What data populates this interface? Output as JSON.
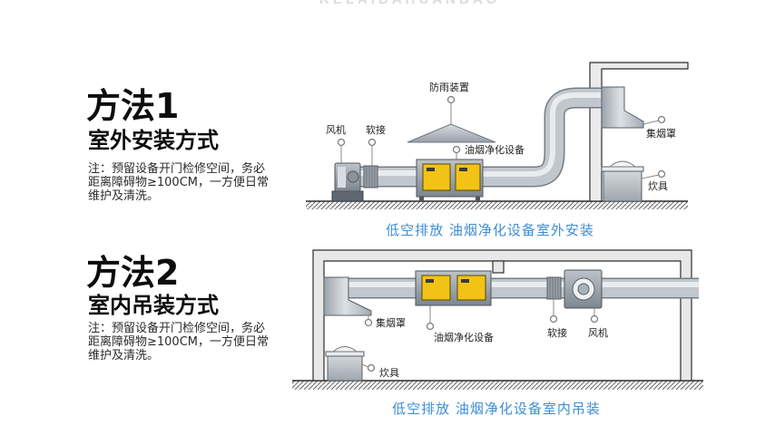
{
  "watermark": "KELAIDAHUANBAO",
  "colors": {
    "caption_blue": "#3d8ed6",
    "panel_yellow": "#f2c316"
  },
  "method1": {
    "title": "方法1",
    "subtitle": "室外安装方式",
    "note": [
      "注：预留设备开门检修空间，务必",
      "距离障碍物≥100CM，一方便日常",
      "维护及清洗。"
    ],
    "labels": {
      "rain_cover": "防雨装置",
      "fan": "风机",
      "soft_joint": "软接",
      "purifier": "油烟净化设备",
      "hood": "集烟罩",
      "stove": "炊具"
    },
    "caption": "低空排放 油烟净化设备室外安装"
  },
  "method2": {
    "title": "方法2",
    "subtitle": "室内吊装方式",
    "note": [
      "注：预留设备开门检修空间，务必",
      "距离障碍物≥100CM，一方便日常",
      "维护及清洗。"
    ],
    "labels": {
      "hood": "集烟罩",
      "purifier": "油烟净化设备",
      "soft_joint": "软接",
      "fan": "风机",
      "stove": "炊具"
    },
    "caption": "低空排放 油烟净化设备室内吊装"
  }
}
